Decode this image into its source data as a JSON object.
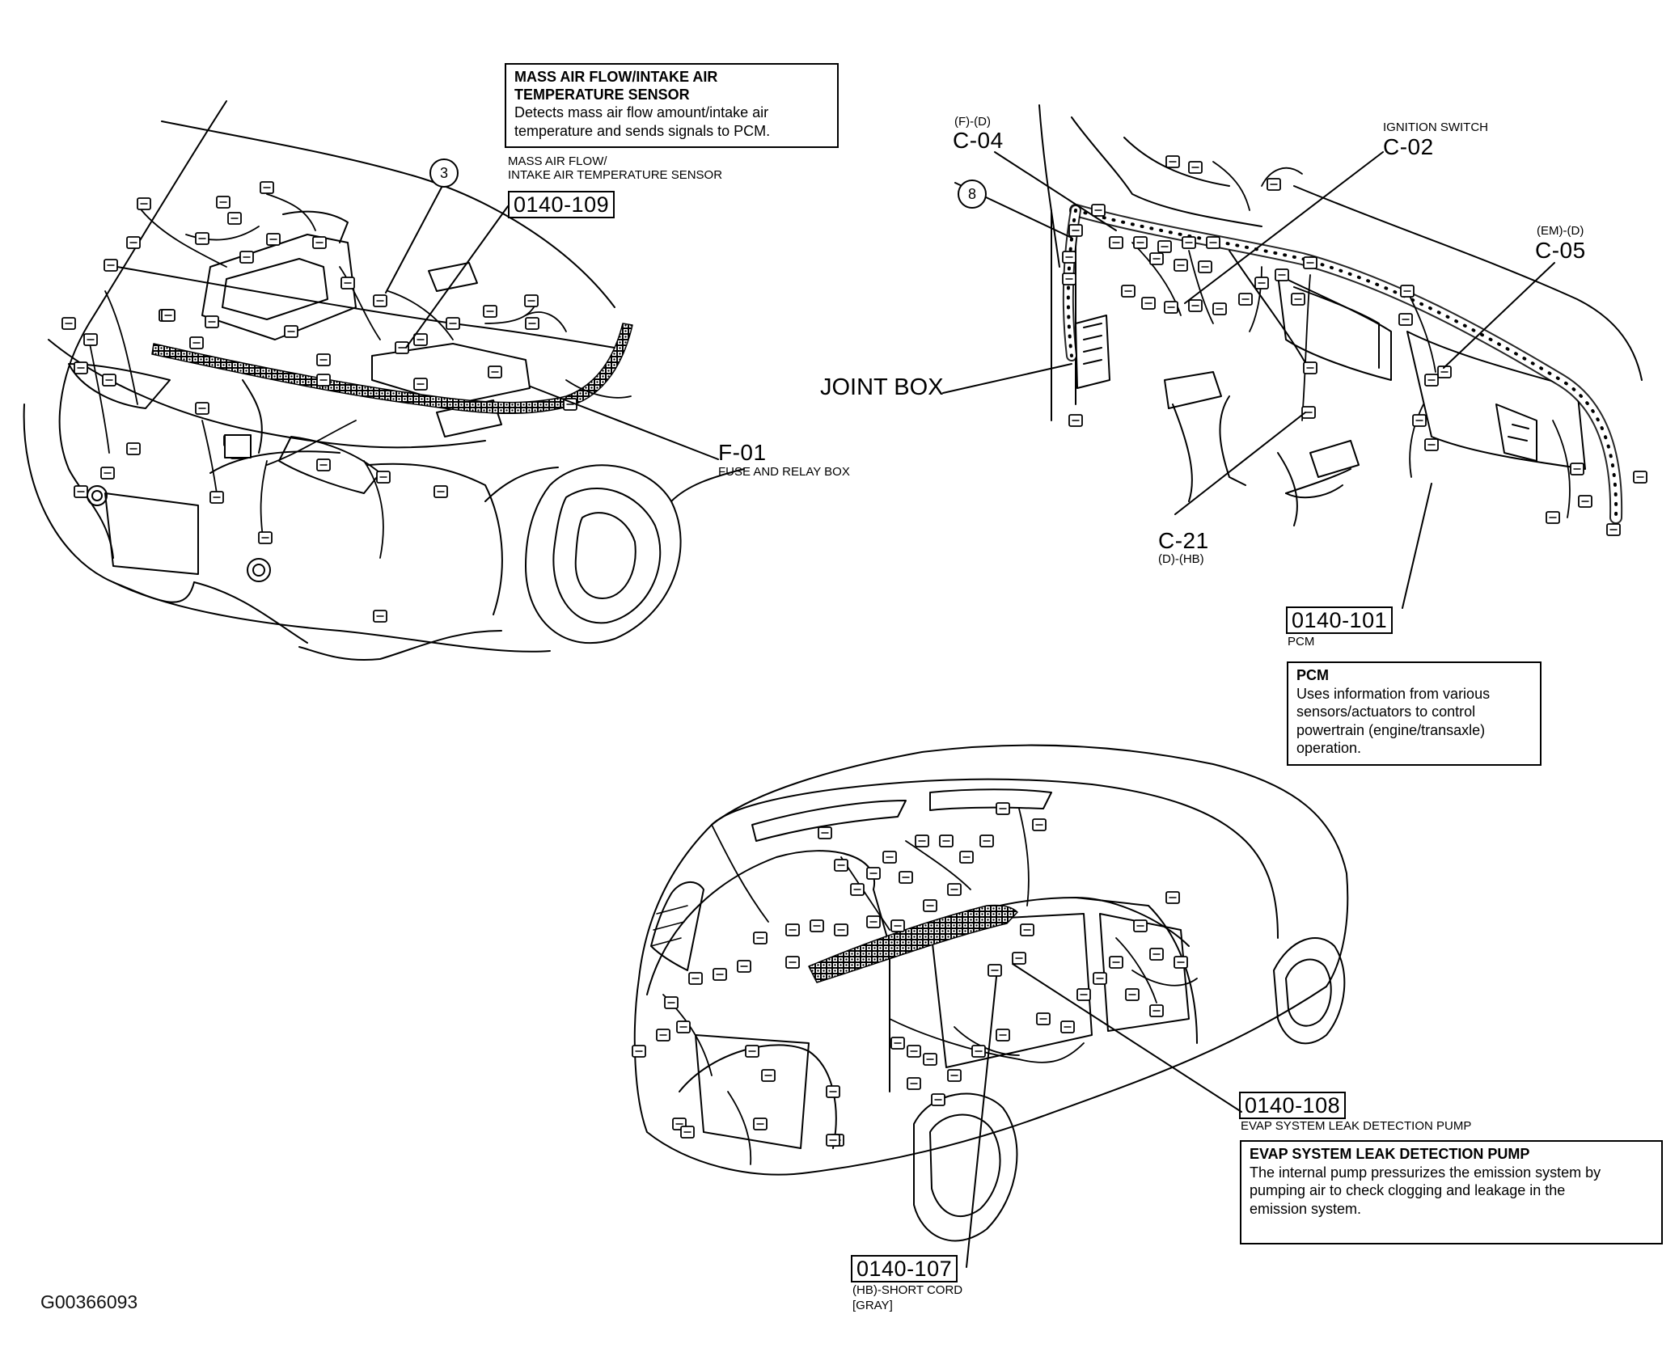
{
  "diagram": {
    "figure_id": "G00366093",
    "descriptions": {
      "maf": {
        "title": "MASS AIR FLOW/INTAKE AIR\nTEMPERATURE SENSOR",
        "body": "Detects mass air flow amount/intake air\ntemperature and sends signals to PCM."
      },
      "pcm": {
        "title": "PCM",
        "body": "Uses information from various\nsensors/actuators to control\npowertrain (engine/transaxle)\noperation."
      },
      "evap": {
        "title": "EVAP SYSTEM LEAK DETECTION PUMP",
        "body": "The internal pump pressurizes the emission system by\npumping air to check clogging and leakage in the\nemission system."
      }
    },
    "labels": {
      "maf_caption": "MASS AIR FLOW/\nINTAKE AIR TEMPERATURE SENSOR",
      "maf_code": "0140-109",
      "callout_3": "3",
      "callout_8": "8",
      "f01_code": "F-01",
      "f01_caption": "FUSE AND RELAY BOX",
      "c04_prefix": "(F)-(D)",
      "c04_code": "C-04",
      "c02_caption": "IGNITION SWITCH",
      "c02_code": "C-02",
      "c05_prefix": "(EM)-(D)",
      "c05_code": "C-05",
      "joint_box": "JOINT BOX",
      "c21_code": "C-21",
      "c21_suffix": "(D)-(HB)",
      "pcm_code": "0140-101",
      "pcm_caption": "PCM",
      "evap_code": "0140-108",
      "evap_caption": "EVAP SYSTEM LEAK DETECTION PUMP",
      "short_code": "0140-107",
      "short_caption": "(HB)-SHORT CORD",
      "short_color": "[GRAY]"
    }
  }
}
